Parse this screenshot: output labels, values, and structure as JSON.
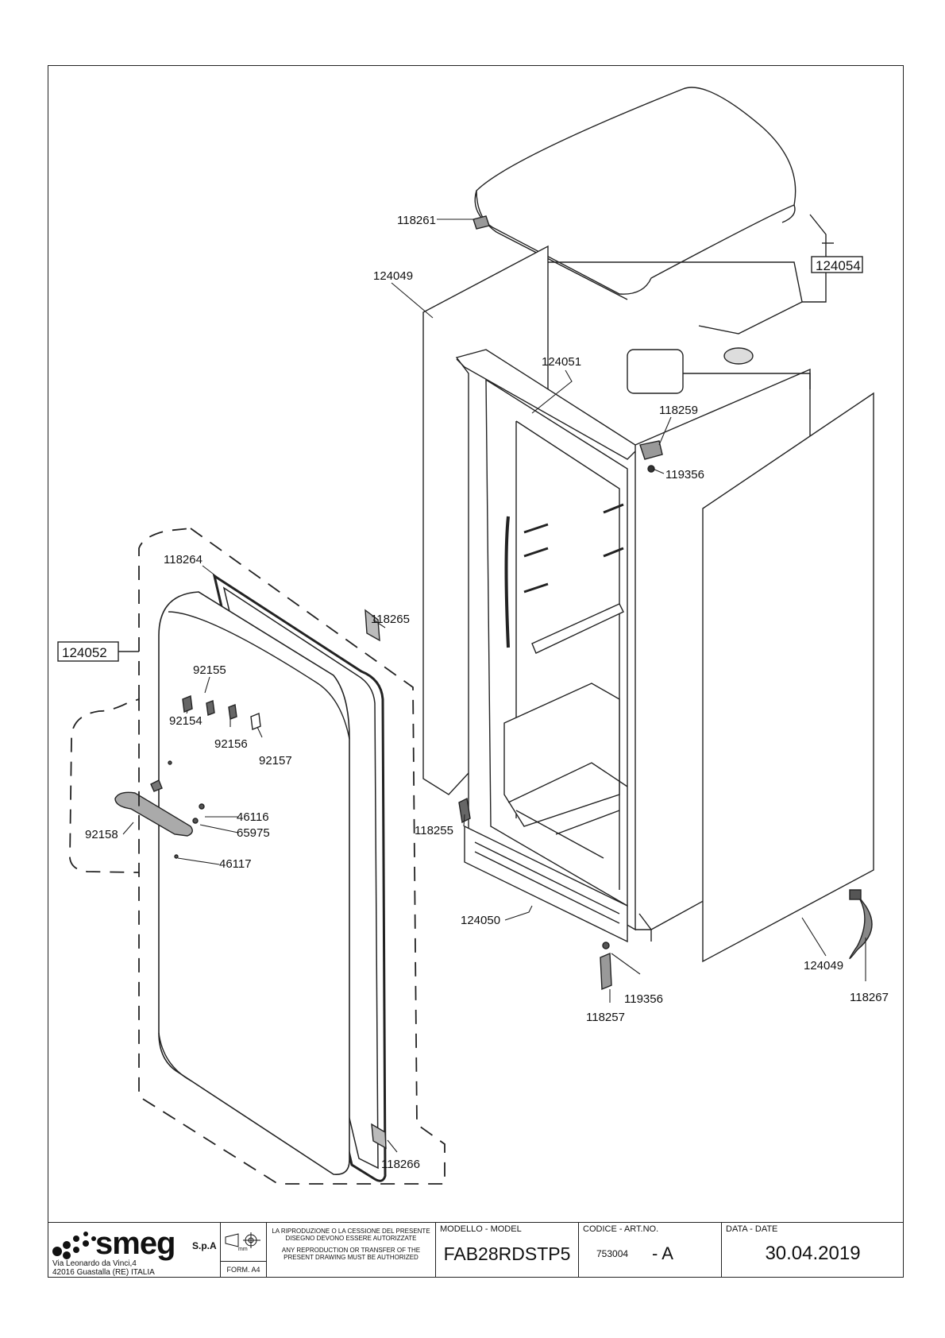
{
  "labels": {
    "p118261": "118261",
    "p124049_top": "124049",
    "p124054": "124054",
    "p124051": "124051",
    "p118259": "118259",
    "p119356_top": "119356",
    "p118264": "118264",
    "p118265": "118265",
    "p124052": "124052",
    "p92155": "92155",
    "p92154": "92154",
    "p92156": "92156",
    "p92157": "92157",
    "p46116": "46116",
    "p65975": "65975",
    "p92158": "92158",
    "p46117": "46117",
    "p118255": "118255",
    "p124050": "124050",
    "p119356_bottom": "119356",
    "p118257": "118257",
    "p124049_bottom": "124049",
    "p118267": "118267",
    "p118266": "118266"
  },
  "title_block": {
    "company": "smeg",
    "company_suffix": "S.p.A",
    "address_line1": "Via Leonardo da Vinci,4",
    "address_line2": "42016  Guastalla (RE) ITALIA",
    "symbol_unit": "mm",
    "format": "FORM. A4",
    "notice_it": "LA RIPRODUZIONE O LA CESSIONE DEL PRESENTE DISEGNO DEVONO ESSERE AUTORIZZATE",
    "notice_en": "ANY REPRODUCTION OR TRANSFER OF THE PRESENT DRAWING MUST BE AUTHORIZED",
    "model_header": "MODELLO - MODEL",
    "model_value": "FAB28RDSTP5",
    "code_header": "CODICE - ART.NO.",
    "code_value": "753004",
    "code_revision": "- A",
    "date_header": "DATA - DATE",
    "date_value": "30.04.2019"
  }
}
